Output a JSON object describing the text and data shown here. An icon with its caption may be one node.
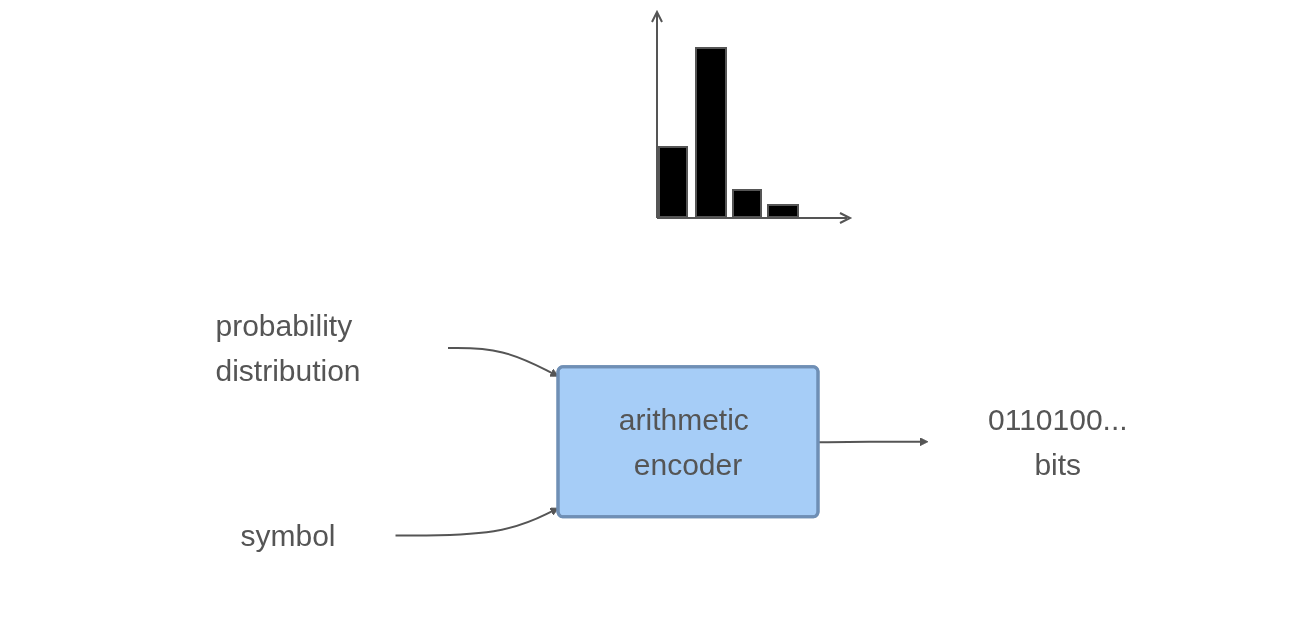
{
  "diagram": {
    "nodes": [
      {
        "text": [
          "probability distribution"
        ]
      },
      {
        "text": [
          "symbol"
        ]
      },
      {
        "text": [
          "arithmetic encoder"
        ]
      },
      {
        "text": [
          "0110100...",
          "bits"
        ]
      }
    ],
    "edges": [
      {
        "from": 0,
        "to": 2,
        "arrow": "to"
      },
      {
        "from": 1,
        "to": 2,
        "arrow": "to"
      },
      {
        "from": 2,
        "to": 3,
        "arrow": "to"
      }
    ]
  }
}
